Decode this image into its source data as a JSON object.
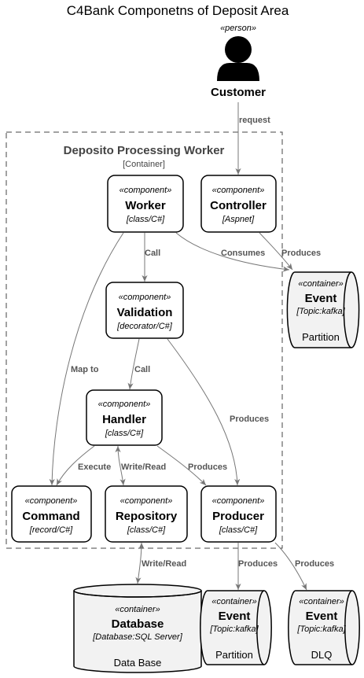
{
  "title": "C4Bank Componetns of Deposit Area",
  "person": {
    "stereotype": "«person»",
    "name": "Customer"
  },
  "boundary": {
    "name": "Deposito Processing Worker",
    "type": "[Container]"
  },
  "components": {
    "worker": {
      "stereotype": "«component»",
      "name": "Worker",
      "tech": "[class/C#]"
    },
    "controller": {
      "stereotype": "«component»",
      "name": "Controller",
      "tech": "[Aspnet]"
    },
    "validation": {
      "stereotype": "«component»",
      "name": "Validation",
      "tech": "[decorator/C#]"
    },
    "handler": {
      "stereotype": "«component»",
      "name": "Handler",
      "tech": "[class/C#]"
    },
    "command": {
      "stereotype": "«component»",
      "name": "Command",
      "tech": "[record/C#]"
    },
    "repository": {
      "stereotype": "«component»",
      "name": "Repository",
      "tech": "[class/C#]"
    },
    "producer": {
      "stereotype": "«component»",
      "name": "Producer",
      "tech": "[class/C#]"
    }
  },
  "containers": {
    "event_top": {
      "stereotype": "«container»",
      "name": "Event",
      "tech": "[Topic:kafka]",
      "desc": "Partition"
    },
    "database": {
      "stereotype": "«container»",
      "name": "Database",
      "tech": "[Database:SQL Server]",
      "desc": "Data Base"
    },
    "event_partition": {
      "stereotype": "«container»",
      "name": "Event",
      "tech": "[Topic:kafka]",
      "desc": "Partition"
    },
    "event_dlq": {
      "stereotype": "«container»",
      "name": "Event",
      "tech": "[Topic:kafka]",
      "desc": "DLQ"
    }
  },
  "relations": {
    "request": "request",
    "call_worker_validation": "Call",
    "consumes": "Consumes",
    "produces_controller": "Produces",
    "map_to": "Map to",
    "call_validation_handler": "Call",
    "produces_validation": "Produces",
    "execute": "Execute",
    "write_read_handler": "Write/Read",
    "produces_handler": "Produces",
    "write_read_db": "Write/Read",
    "produces_partition": "Produces",
    "produces_dlq": "Produces"
  },
  "colors": {
    "line": "#777777",
    "box_border": "#000000",
    "container_fill": "#f2f2f2",
    "boundary": "#444444"
  }
}
